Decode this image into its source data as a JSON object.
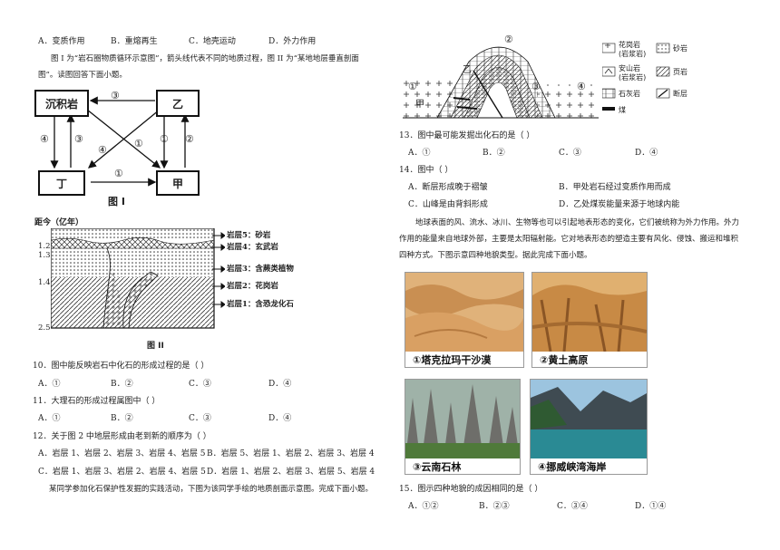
{
  "left": {
    "q9_options": [
      "A．变质作用",
      "B．重熔再生",
      "C．地壳运动",
      "D．外力作用"
    ],
    "intro1": "图 I 为“岩石圈物质循环示意图”，箭头线代表不同的地质过程，图 II 为“某地地层垂直剖面",
    "intro2": "图”。读图回答下面小题。",
    "fig1": {
      "box_sediment": "沉积岩",
      "box_yi": "乙",
      "box_ding": "丁",
      "box_jia": "甲",
      "n1a": "①",
      "n1b": "①",
      "n1c": "①",
      "n2": "②",
      "n3a": "③",
      "n3b": "③",
      "n4a": "④",
      "n4b": "④",
      "caption": "图 I"
    },
    "fig2": {
      "ylabel": "距今（亿年）",
      "ticks": [
        "1.2",
        "1.3",
        "1.4",
        "2.5"
      ],
      "layers": [
        "岩层5：砂岩",
        "岩层4：玄武岩",
        "岩层3：含蕨类植物",
        "岩层2：花岗岩",
        "岩层1：含恐龙化石"
      ],
      "caption": "图 II"
    },
    "q10": "10．图中能反映岩石中化石的形成过程的是（        ）",
    "q10_options": [
      "A．①",
      "B．②",
      "C．③",
      "D．④"
    ],
    "q11": "11．大理石的形成过程属图中（        ）",
    "q11_options": [
      "A．①",
      "B．②",
      "C．③",
      "D．④"
    ],
    "q12": "12．关于图 2 中地层形成由老到新的顺序为（        ）",
    "q12_A": "A．岩层 1、岩层 2、岩层 3、岩层 4、岩层 5",
    "q12_B": "B．岩层 5、岩层 1、岩层 2、岩层 3、岩层 4",
    "q12_C": "C．岩层 1、岩层 3、岩层 2、岩层 4、岩层 5",
    "q12_D": "D．岩层 1、岩层 2、岩层 3、岩层 5、岩层 4",
    "intro3": "某同学参加化石保护性发掘的实践活动，下图为该同学手绘的地质剖面示意图。完成下面小题。"
  },
  "right": {
    "fig3": {
      "n2": "②",
      "yi": "乙",
      "n1": "①",
      "n3": "③",
      "n4": "④",
      "jia": "甲",
      "legend": {
        "granite": "花岗岩",
        "granite2": "(岩浆岩)",
        "sandstone": "砂岩",
        "andesite": "安山岩",
        "andesite2": "(岩浆岩)",
        "shale": "页岩",
        "limestone": "石灰岩",
        "fault": "断层",
        "coal": "煤"
      }
    },
    "q13": "13．图中最可能发掘出化石的是（        ）",
    "q13_options": [
      "A．①",
      "B．②",
      "C．③",
      "D．④"
    ],
    "q14": "14．图中（        ）",
    "q14_A": "A．断层形成晚于褶皱",
    "q14_B": "B．甲处岩石经过变质作用而成",
    "q14_C": "C．山峰是由背斜形成",
    "q14_D": "D．乙处煤炭能量来源于地球内能",
    "para1": "地球表面的风、流水、冰川、生物等也可以引起地表形态的变化，它们被统称为外力作用。外力",
    "para2": "作用的能量来自地球外部，主要是太阳辐射能。它对地表形态的塑造主要有风化、侵蚀、搬运和堆积",
    "para3": "四种方式。下图示意四种地貌类型。据此完成下面小题。",
    "photos": [
      "①塔克拉玛干沙漠",
      "②黄土高原",
      "③云南石林",
      "④挪威峡湾海岸"
    ],
    "q15": "15．图示四种地貌的成因相同的是（        ）",
    "q15_options": [
      "A．①②",
      "B．②③",
      "C．③④",
      "D．①④"
    ]
  }
}
